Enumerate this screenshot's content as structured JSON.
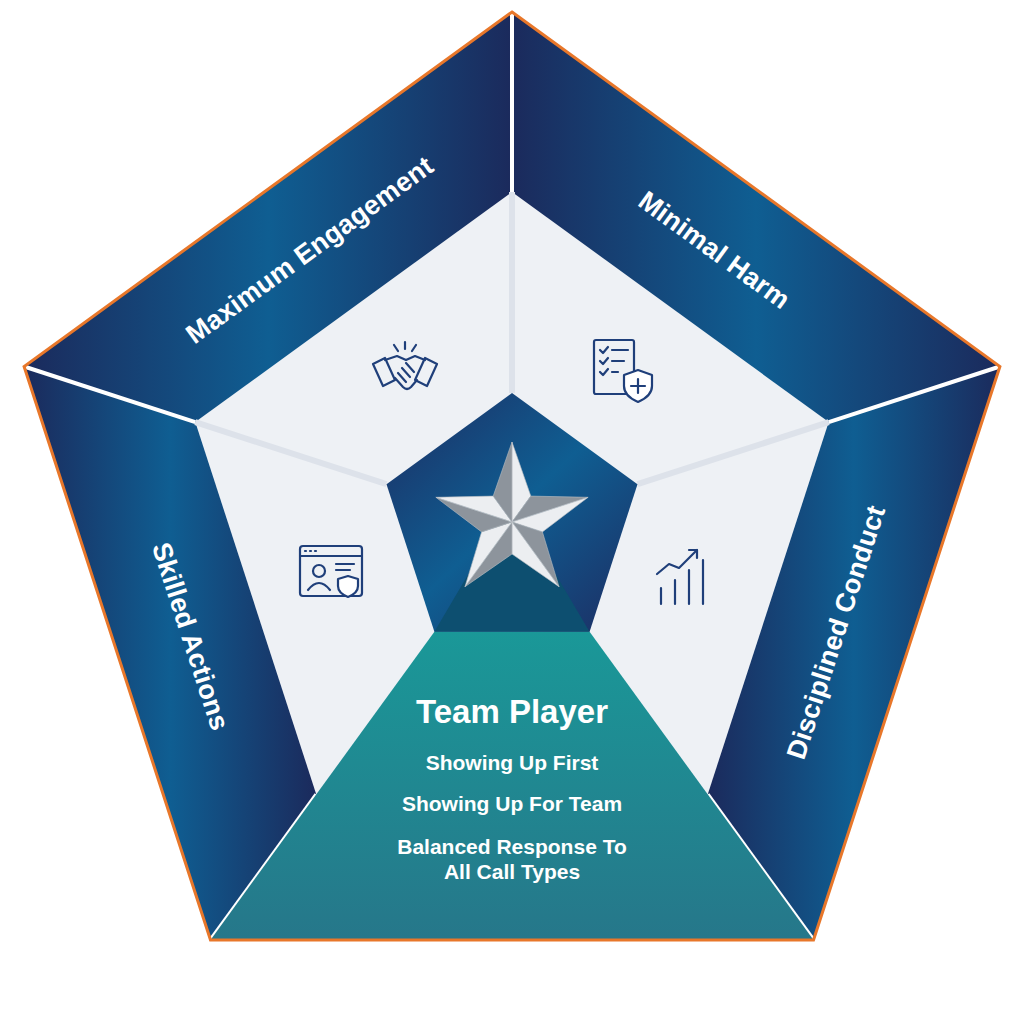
{
  "diagram": {
    "nodes": [
      {
        "text": [
          "Maximum Engagement"
        ]
      },
      {
        "text": [
          "Minimal Harm"
        ]
      },
      {
        "text": [
          "Skilled Actions"
        ]
      },
      {
        "text": [
          "Disciplined Conduct"
        ]
      },
      {
        "text": [
          "Team Player",
          "Showing Up First",
          "Showing Up For Team",
          "Balanced Response To All Call Types"
        ]
      }
    ]
  }
}
